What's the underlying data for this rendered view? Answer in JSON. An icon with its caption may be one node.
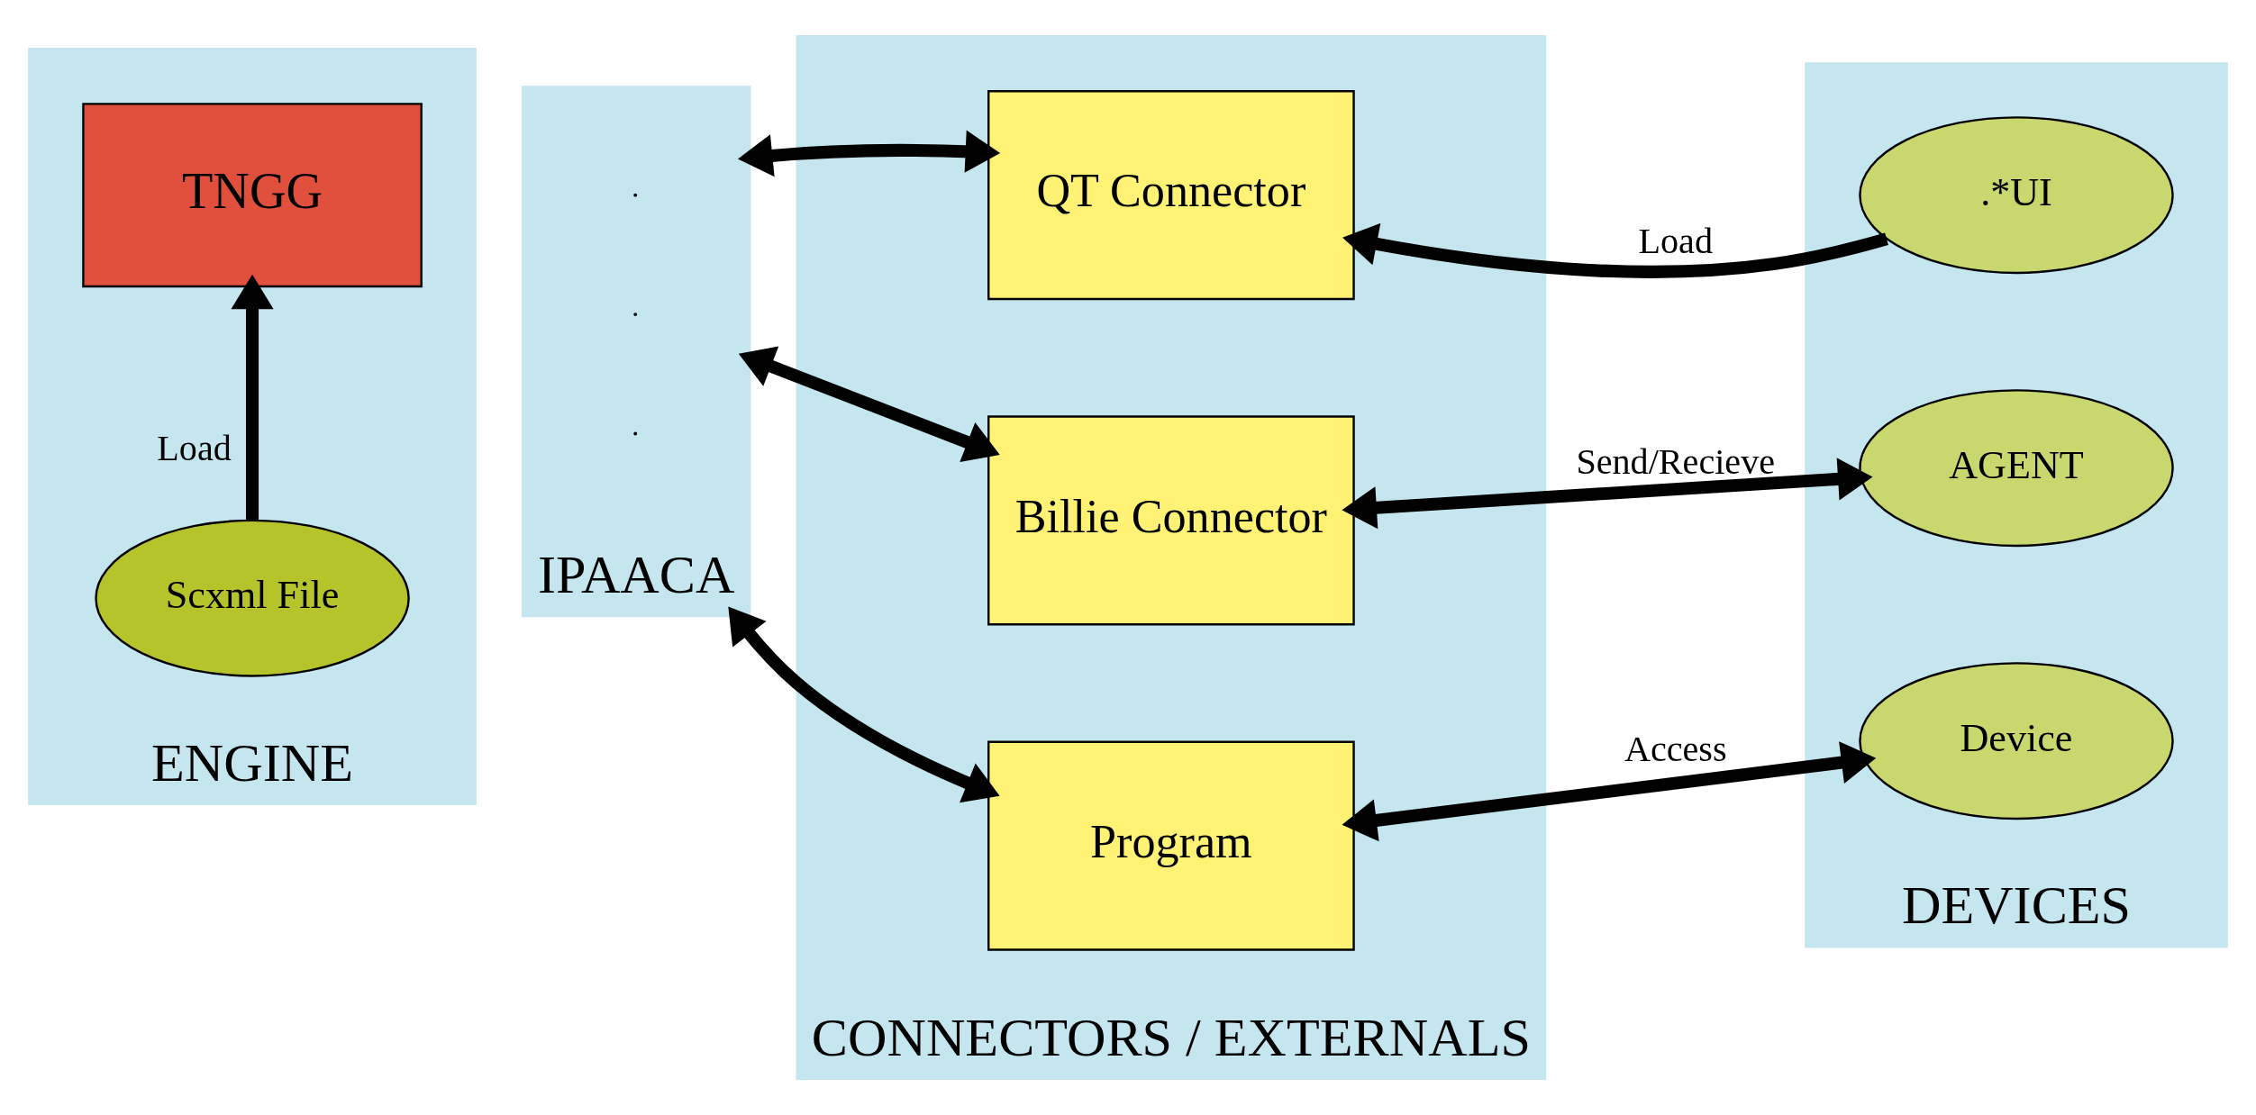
{
  "diagram": {
    "nodes": [
      {
        "text": [
          "ENGINE"
        ]
      },
      {
        "text": [
          "TNGG"
        ],
        "in": 0
      },
      {
        "text": [
          "Scxml File"
        ],
        "in": 0
      },
      {
        "text": [
          "IPAACA"
        ]
      },
      {
        "text": [
          "CONNECTORS / EXTERNALS"
        ]
      },
      {
        "text": [
          "QT Connector"
        ],
        "in": 4
      },
      {
        "text": [
          "Billie Connector"
        ],
        "in": 4
      },
      {
        "text": [
          "Program"
        ],
        "in": 4
      },
      {
        "text": [
          "DEVICES"
        ]
      },
      {
        "text": [
          ".*UI"
        ],
        "in": 8
      },
      {
        "text": [
          "AGENT"
        ],
        "in": 8
      },
      {
        "text": [
          "Device"
        ],
        "in": 8
      }
    ],
    "edges": [
      {
        "from": 2,
        "to": 1,
        "arrow": "to",
        "label": "Load"
      },
      {
        "from": 3,
        "to": 5,
        "arrow": "both"
      },
      {
        "from": 3,
        "to": 6,
        "arrow": "both"
      },
      {
        "from": 3,
        "to": 7,
        "arrow": "both"
      },
      {
        "from": 9,
        "to": 5,
        "arrow": "to",
        "label": "Load"
      },
      {
        "from": 10,
        "to": 6,
        "arrow": "both",
        "label": "Send/Recieve"
      },
      {
        "from": 11,
        "to": 7,
        "arrow": "both",
        "label": "Access"
      }
    ]
  }
}
